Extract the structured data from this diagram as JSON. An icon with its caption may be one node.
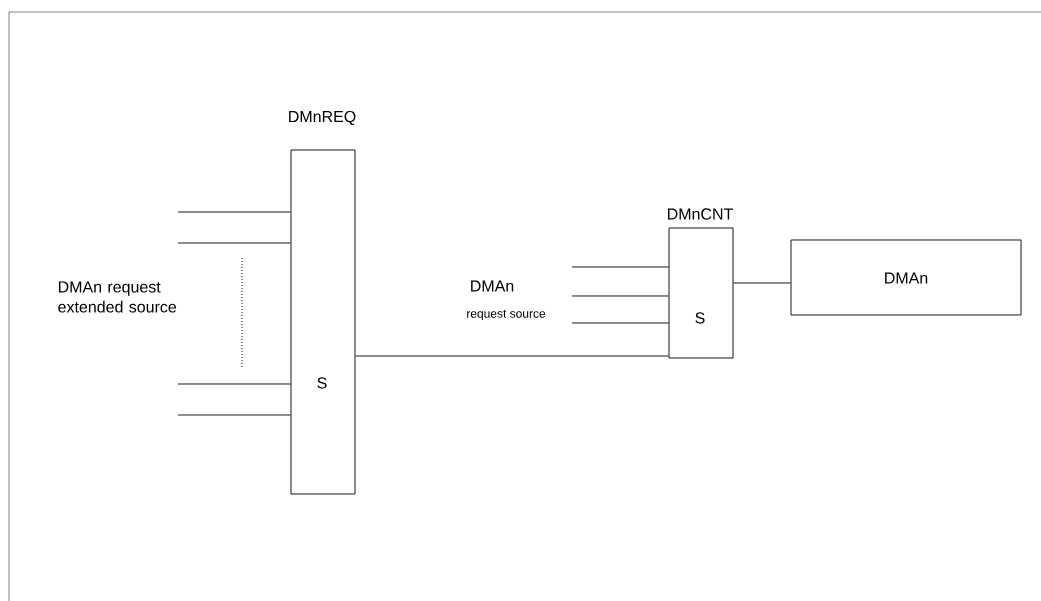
{
  "diagram": {
    "nodes": [
      {
        "text": [
          "DMnREQ",
          "S"
        ]
      },
      {
        "text": [
          "DMnCNT",
          "S"
        ]
      },
      {
        "text": [
          "DMAn"
        ]
      }
    ],
    "edges": [
      {
        "from": null,
        "to": 0,
        "arrow": "none"
      },
      {
        "from": null,
        "to": 0,
        "arrow": "none"
      },
      {
        "from": null,
        "to": 0,
        "arrow": "none"
      },
      {
        "from": null,
        "to": 0,
        "arrow": "none"
      },
      {
        "from": null,
        "to": 1,
        "arrow": "none"
      },
      {
        "from": null,
        "to": 1,
        "arrow": "none"
      },
      {
        "from": null,
        "to": 1,
        "arrow": "none"
      },
      {
        "from": 0,
        "to": 1,
        "arrow": "none"
      },
      {
        "from": 1,
        "to": 2,
        "arrow": "none"
      }
    ],
    "labels": [
      "DMAn request extended source",
      "DMAn",
      "request source"
    ]
  }
}
